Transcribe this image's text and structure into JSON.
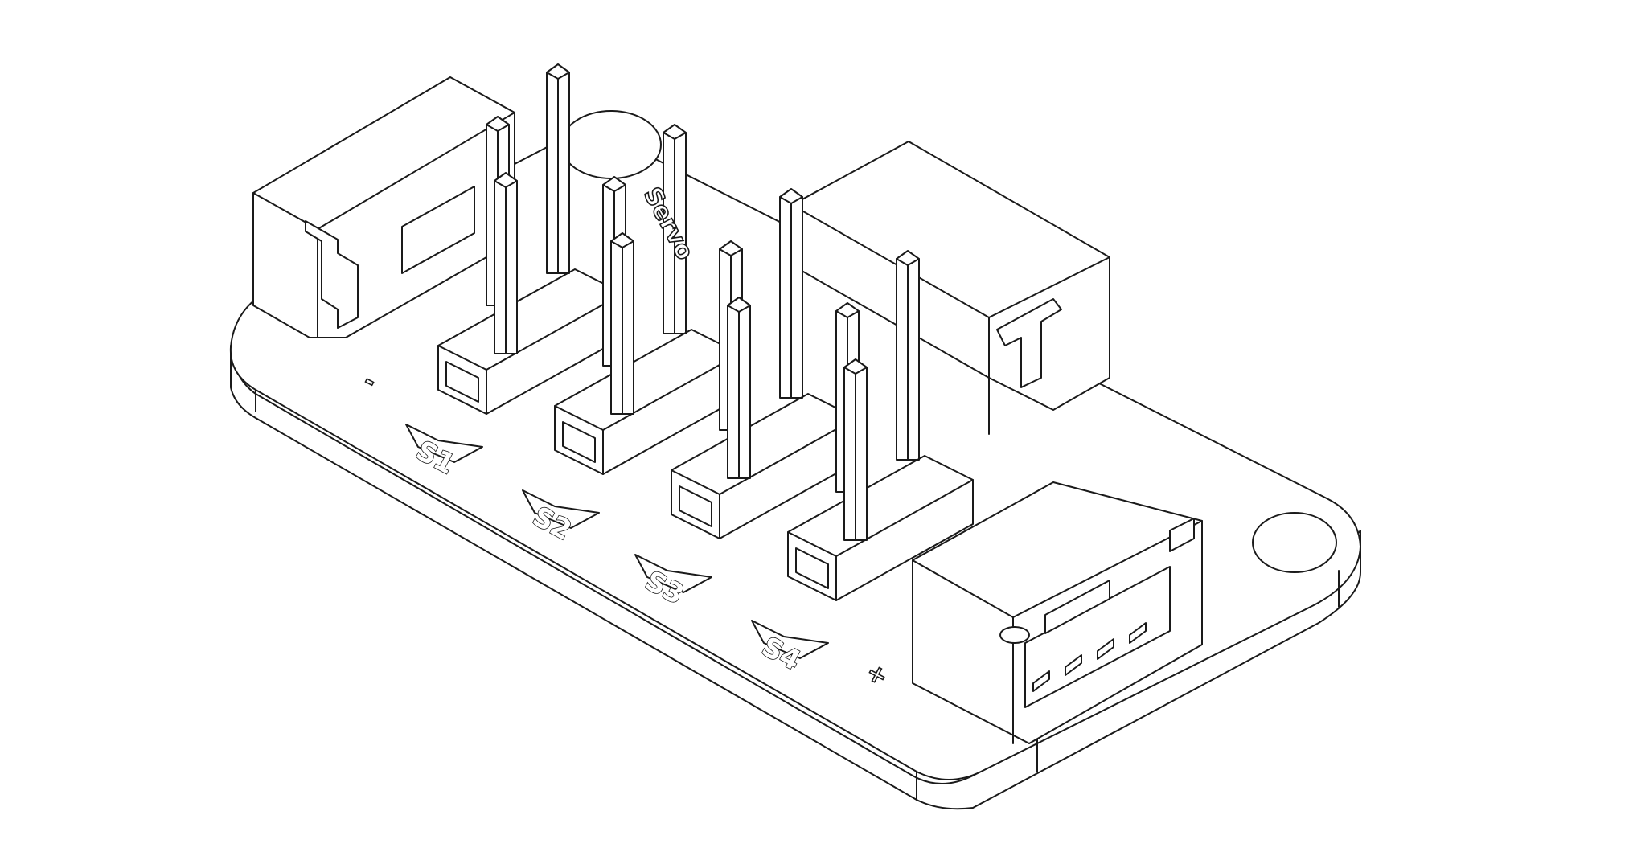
{
  "board": {
    "silkscreen_labels": [
      "S1",
      "S2",
      "S3",
      "S4"
    ],
    "side_symbols": {
      "left": "-",
      "right": "+"
    },
    "body_text": "Servo"
  },
  "colors": {
    "line": "#1a1a1a",
    "fill": "#ffffff",
    "background": "#ffffff"
  }
}
